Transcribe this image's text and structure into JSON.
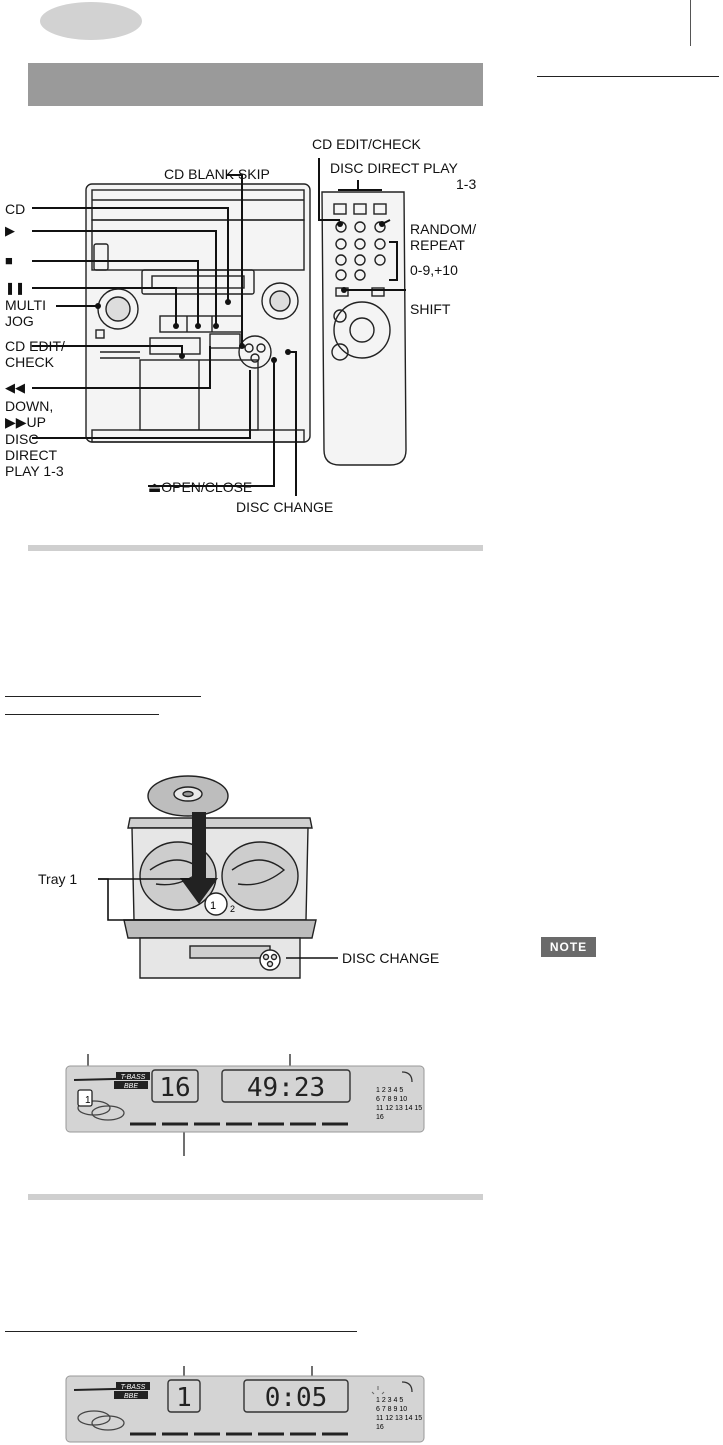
{
  "main_unit_labels": {
    "cd": "CD",
    "play_symbol": "▶",
    "stop_symbol": "■",
    "pause_symbol": "❚❚",
    "multi_jog": [
      "MULTI",
      "JOG"
    ],
    "cd_edit_check": [
      "CD EDIT/",
      "CHECK"
    ],
    "rewind_symbol": "◀◀",
    "down_up": [
      "DOWN,",
      "▶▶UP"
    ],
    "disc_direct_play": [
      "DISC",
      "DIRECT",
      "PLAY 1-3"
    ],
    "cd_blank_skip": "CD BLANK SKIP",
    "open_close": "⏏OPEN/CLOSE",
    "disc_change": "DISC CHANGE"
  },
  "remote_labels": {
    "cd_edit_check": "CD EDIT/CHECK",
    "disc_direct_play": [
      "DISC DIRECT PLAY",
      "1-3"
    ],
    "random_repeat": [
      "RANDOM/",
      "REPEAT"
    ],
    "numbers": "0-9,+10",
    "shift": "SHIFT"
  },
  "tray_figure": {
    "tray_label": "Tray 1",
    "disc_change_label": "DISC CHANGE",
    "tray_numbers": [
      "1",
      "2"
    ]
  },
  "display_1": {
    "indicators": [
      "T-BASS",
      "BBE"
    ],
    "disc_digit": "1",
    "track": "16",
    "time": "49:23",
    "track_grid": [
      "1 2 3 4 5",
      "6 7 8 9 10",
      "11 12 13 14 15",
      "16"
    ]
  },
  "display_2": {
    "indicators": [
      "T-BASS",
      "BBE"
    ],
    "track": "1",
    "time": "0:05",
    "track_grid": [
      "1 2 3 4 5",
      "6 7 8 9 10",
      "11 12 13 14 15",
      "16"
    ]
  },
  "note_label": "NOTE",
  "colors": {
    "header_bar": "#9a9a9a",
    "lcd_bg": "#d4d4d4",
    "rule": "#cfcfcf"
  }
}
